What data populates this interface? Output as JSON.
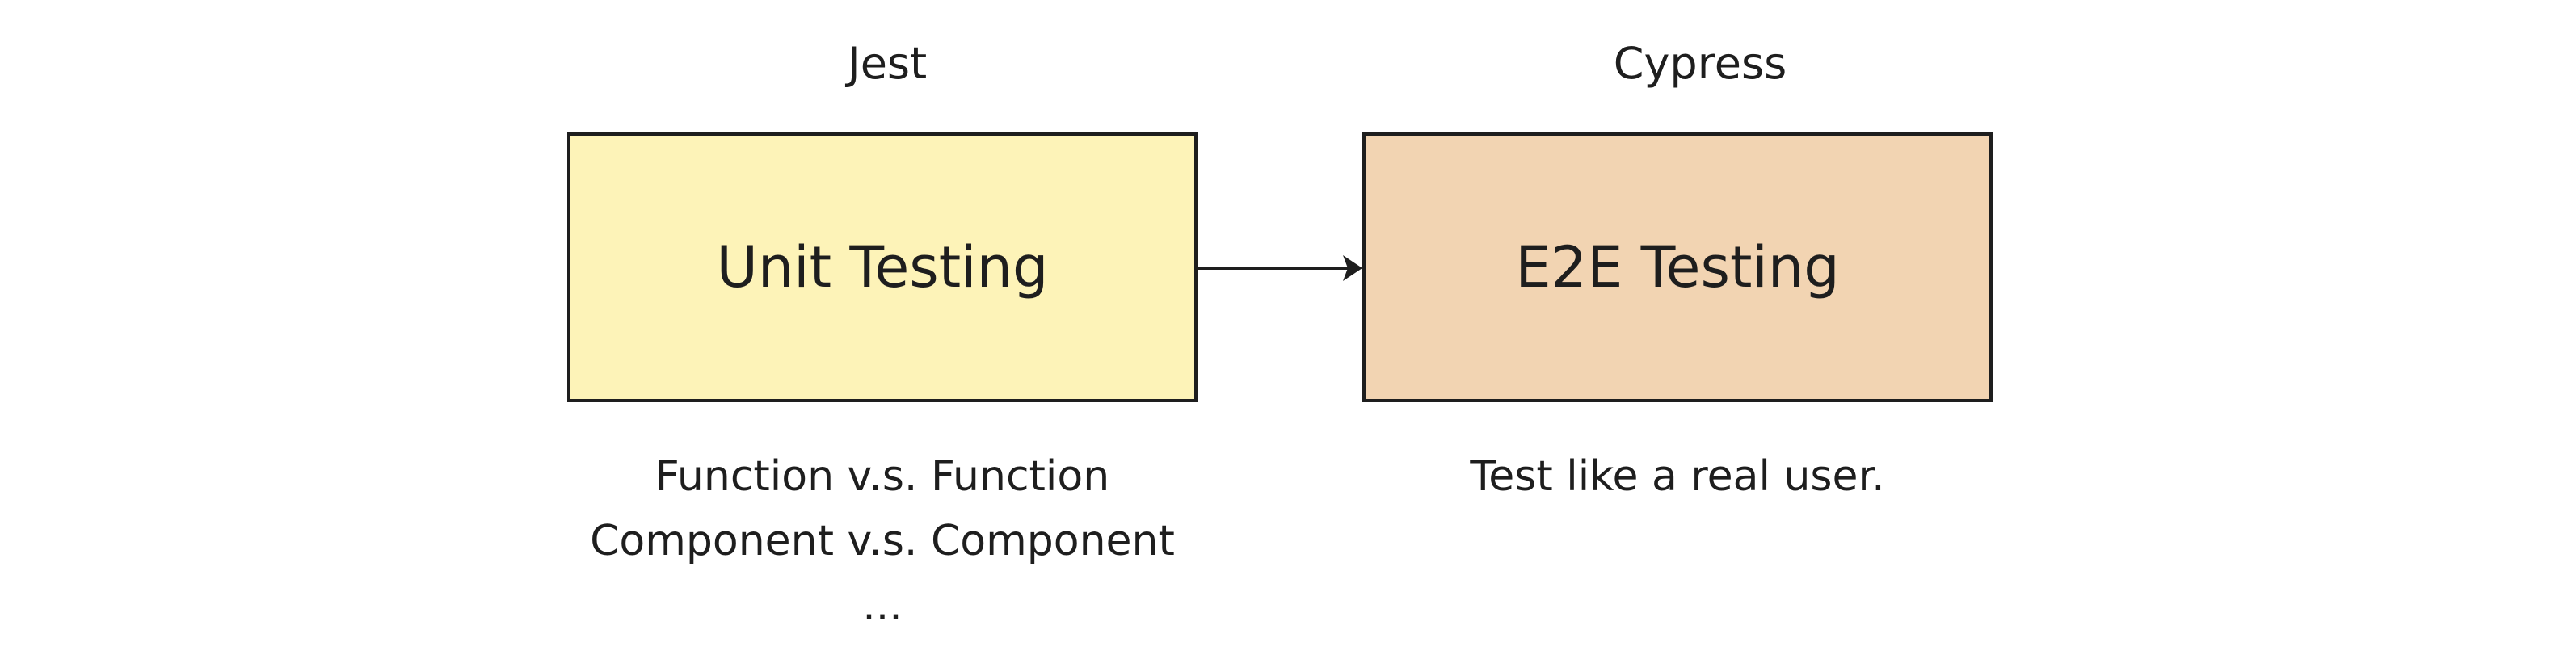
{
  "diagram": {
    "colors": {
      "stroke": "#1e1e1e",
      "unit_fill": "#fdf3b8",
      "e2e_fill": "#f2d4b2",
      "background": "#ffffff"
    },
    "nodes": {
      "unit": {
        "tool": "Jest",
        "title": "Unit Testing",
        "description": [
          "Function v.s. Function",
          "Component v.s. Component",
          "..."
        ]
      },
      "e2e": {
        "tool": "Cypress",
        "title": "E2E Testing",
        "description": [
          "Test like a real user."
        ]
      }
    },
    "edges": [
      {
        "from": "unit",
        "to": "e2e",
        "type": "arrow"
      }
    ]
  }
}
